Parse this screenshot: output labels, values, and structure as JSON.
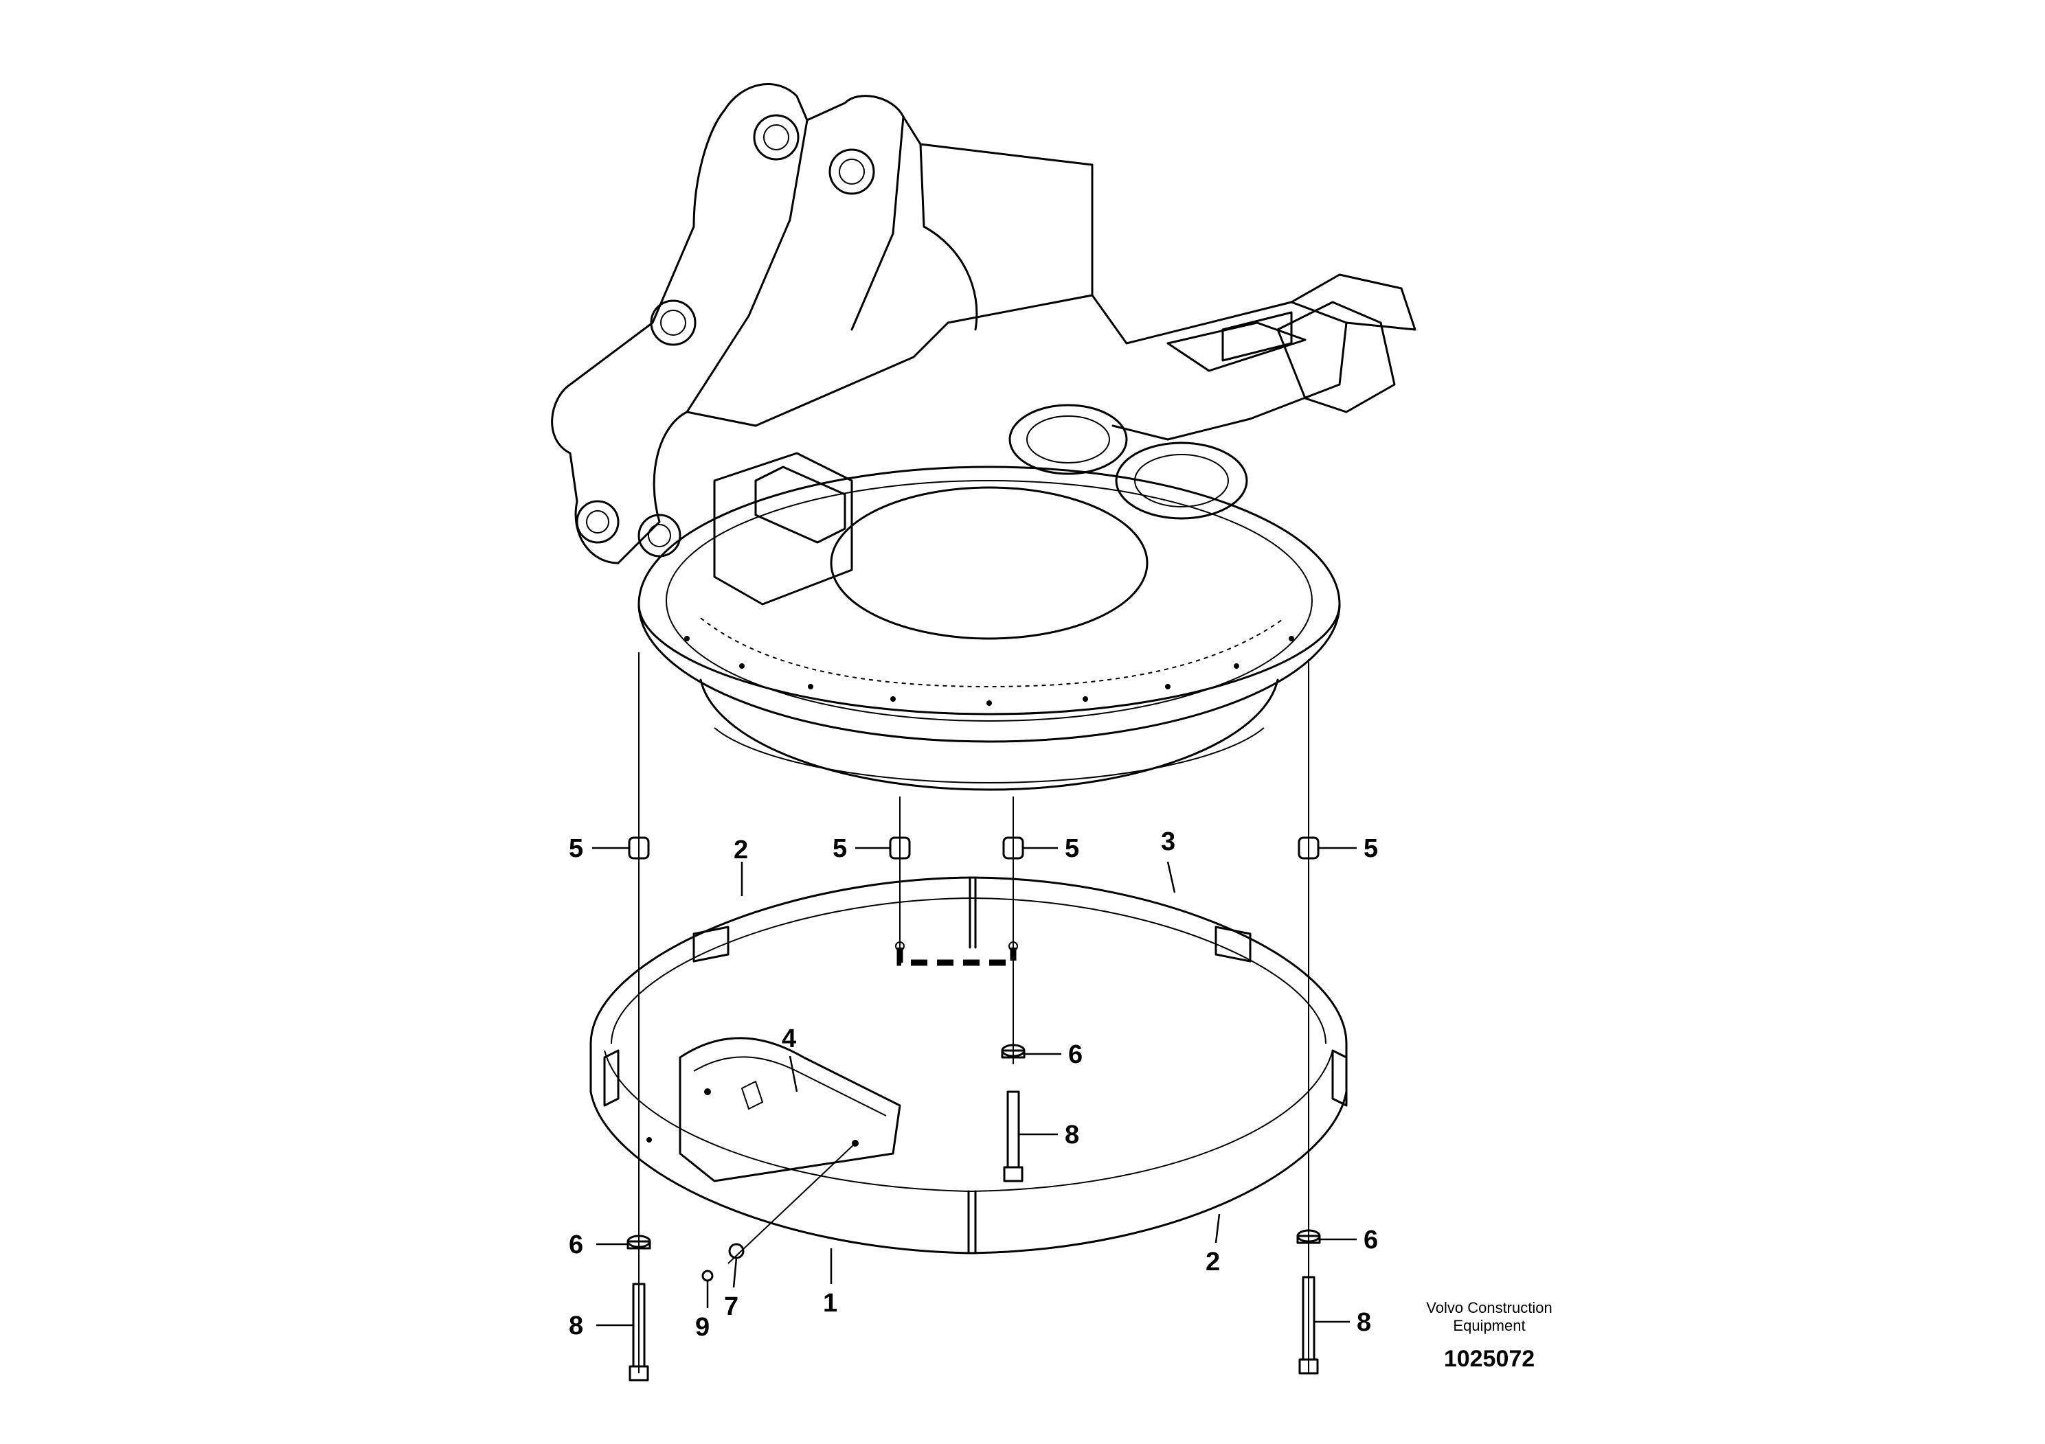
{
  "callouts": [
    {
      "id": "c5a",
      "label": "5"
    },
    {
      "id": "c5b",
      "label": "5"
    },
    {
      "id": "c5c",
      "label": "5"
    },
    {
      "id": "c5d",
      "label": "5"
    },
    {
      "id": "c2a",
      "label": "2"
    },
    {
      "id": "c3",
      "label": "3"
    },
    {
      "id": "c4",
      "label": "4"
    },
    {
      "id": "c6a",
      "label": "6"
    },
    {
      "id": "c6b",
      "label": "6"
    },
    {
      "id": "c6c",
      "label": "6"
    },
    {
      "id": "c8a",
      "label": "8"
    },
    {
      "id": "c8b",
      "label": "8"
    },
    {
      "id": "c8c",
      "label": "8"
    },
    {
      "id": "c1",
      "label": "1"
    },
    {
      "id": "c2b",
      "label": "2"
    },
    {
      "id": "c7",
      "label": "7"
    },
    {
      "id": "c9",
      "label": "9"
    }
  ],
  "footer": {
    "brand_line1": "Volvo Construction",
    "brand_line2": "Equipment",
    "drawing_number": "1025072"
  }
}
